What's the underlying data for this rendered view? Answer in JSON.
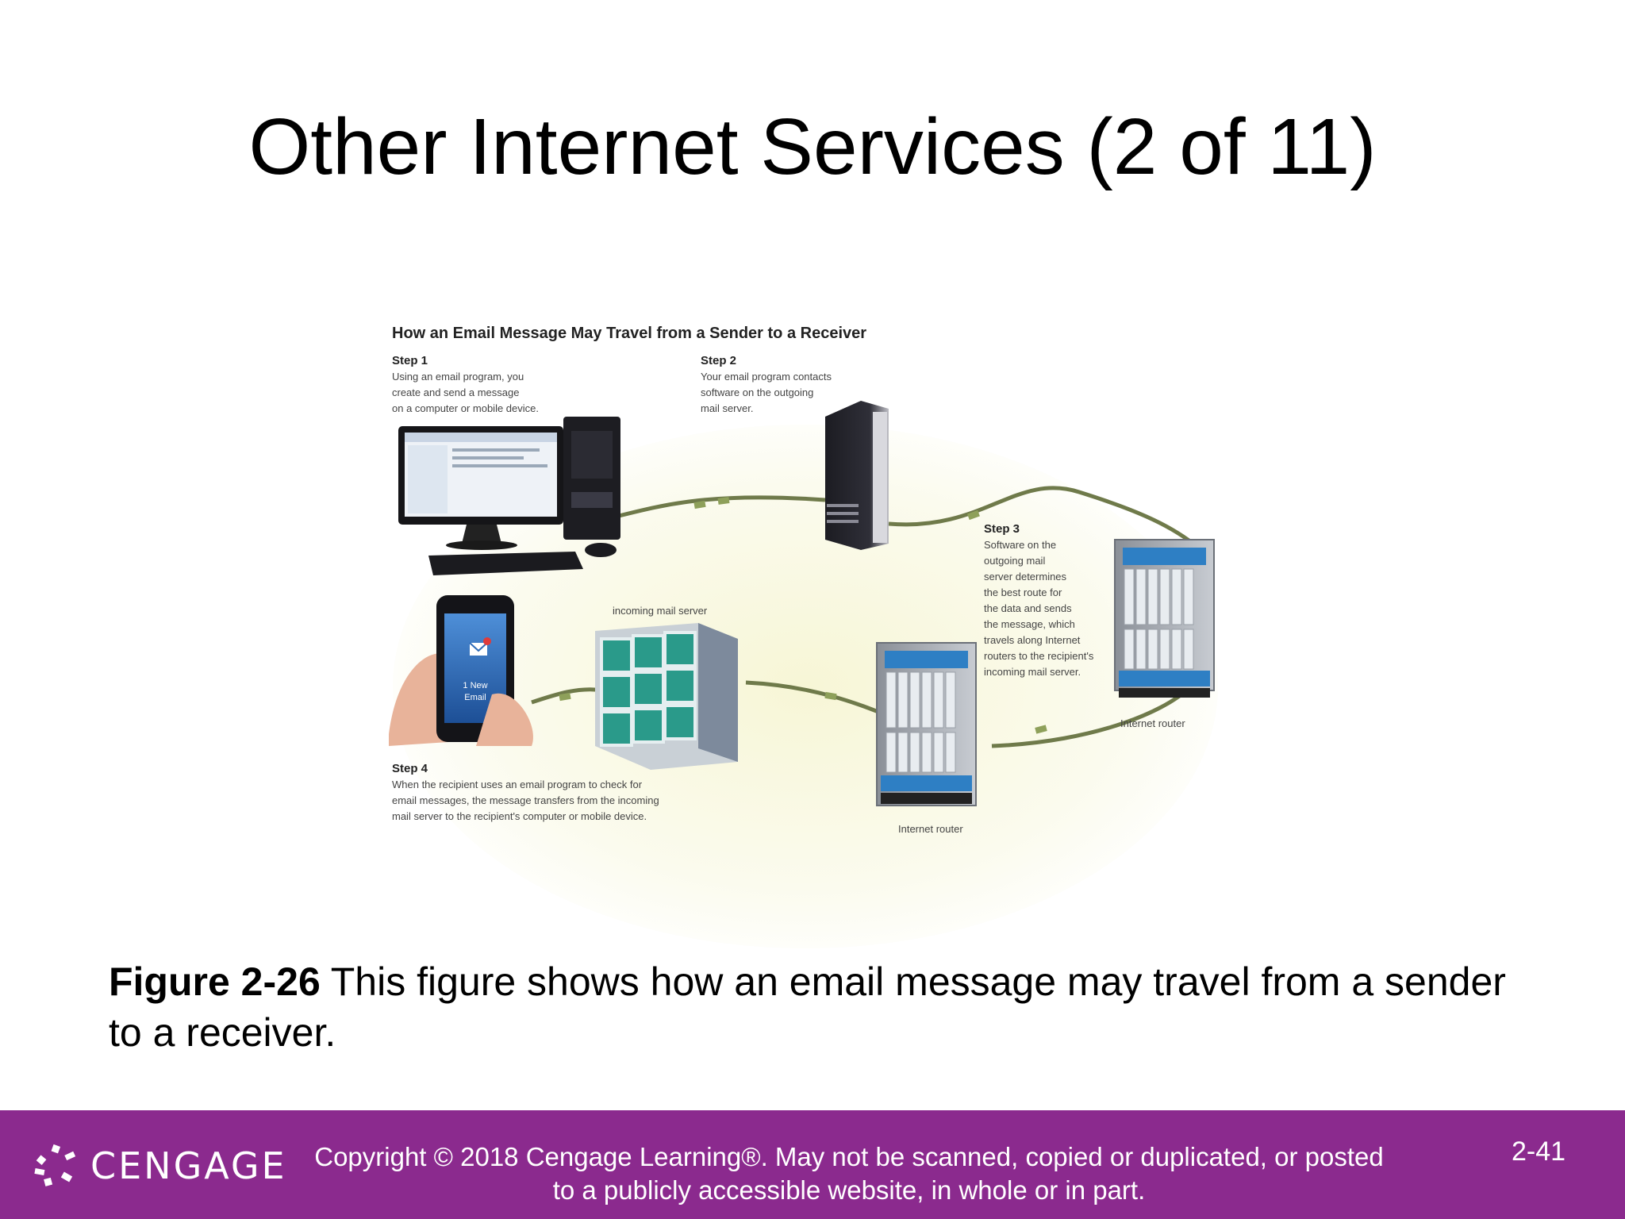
{
  "slide": {
    "title": "Other Internet Services (2 of 11)"
  },
  "figure": {
    "title": "How an Email Message May Travel from a Sender to a Receiver",
    "step1": {
      "heading": "Step 1",
      "lines": [
        "Using an email program, you",
        "create and send a message",
        "on a computer or mobile device."
      ]
    },
    "step2": {
      "heading": "Step 2",
      "lines": [
        "Your email program contacts",
        "software on the outgoing",
        "mail server."
      ]
    },
    "step3": {
      "heading": "Step 3",
      "lines": [
        "Software on the",
        "outgoing mail",
        "server determines",
        "the best route for",
        "the data and sends",
        "the message, which",
        "travels along Internet",
        "routers to the recipient's",
        "incoming mail server."
      ]
    },
    "step4": {
      "heading": "Step 4",
      "lines": [
        "When the recipient uses an email program to check for",
        "email messages, the message transfers from the incoming",
        "mail server to the recipient's computer or mobile device."
      ]
    },
    "labels": {
      "incoming_server": "incoming mail server",
      "router_right": "Internet router",
      "router_bottom": "Internet router",
      "phone_line1": "1 New",
      "phone_line2": "Email"
    }
  },
  "caption": {
    "bold": "Figure 2-26",
    "text": " This figure shows how an email message may travel from a sender to a receiver."
  },
  "footer": {
    "logo": "CENGAGE",
    "copyright_line1": "Copyright © 2018 Cengage Learning®. May not be scanned, copied or duplicated, or posted",
    "copyright_line2": "to a publicly accessible website, in whole or in part.",
    "page_number": "2-41"
  },
  "colors": {
    "footer": "#8b2a8e",
    "router_blue": "#2e7fc4",
    "mailbox_teal": "#2a9a8a"
  }
}
